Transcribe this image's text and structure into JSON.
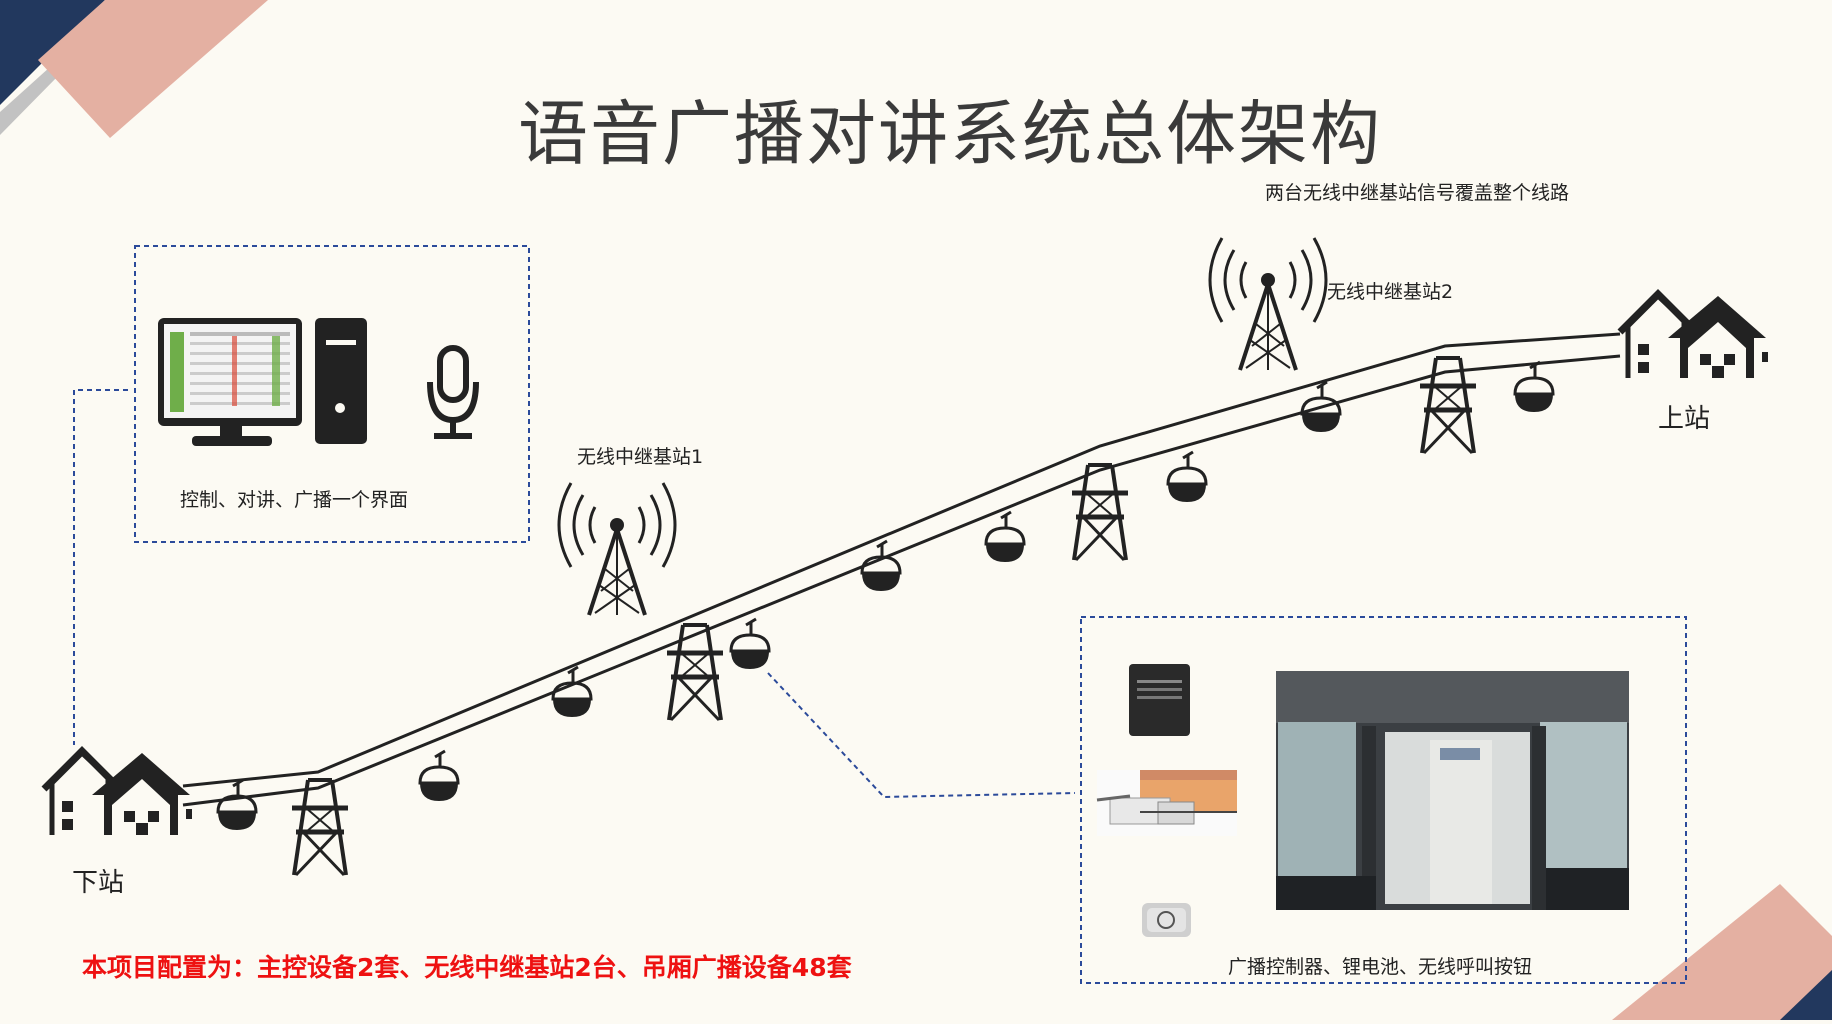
{
  "title": "语音广播对讲系统总体架构",
  "coverage_note": "两台无线中继基站信号覆盖整个线路",
  "base_station_1": "无线中继基站1",
  "base_station_2": "无线中继基站2",
  "upper_station": "上站",
  "lower_station": "下站",
  "control_label": "控制、对讲、广播一个界面",
  "equipment_label": "广播控制器、锂电池、无线呼叫按钮",
  "config_note": "本项目配置为：主控设备2套、无线中继基站2台、吊厢广播设备48套",
  "icons": [
    "computer-monitor-icon",
    "pc-tower-icon",
    "microphone-icon",
    "radio-tower-icon",
    "house-icon",
    "cable-car-icon",
    "pylon-icon"
  ],
  "colors": {
    "background": "#fcfaf3",
    "accent_navy": "#22385e",
    "accent_salmon": "#e4b0a2",
    "dashed_box": "#2b4a9a",
    "config_text": "#ee1111"
  }
}
